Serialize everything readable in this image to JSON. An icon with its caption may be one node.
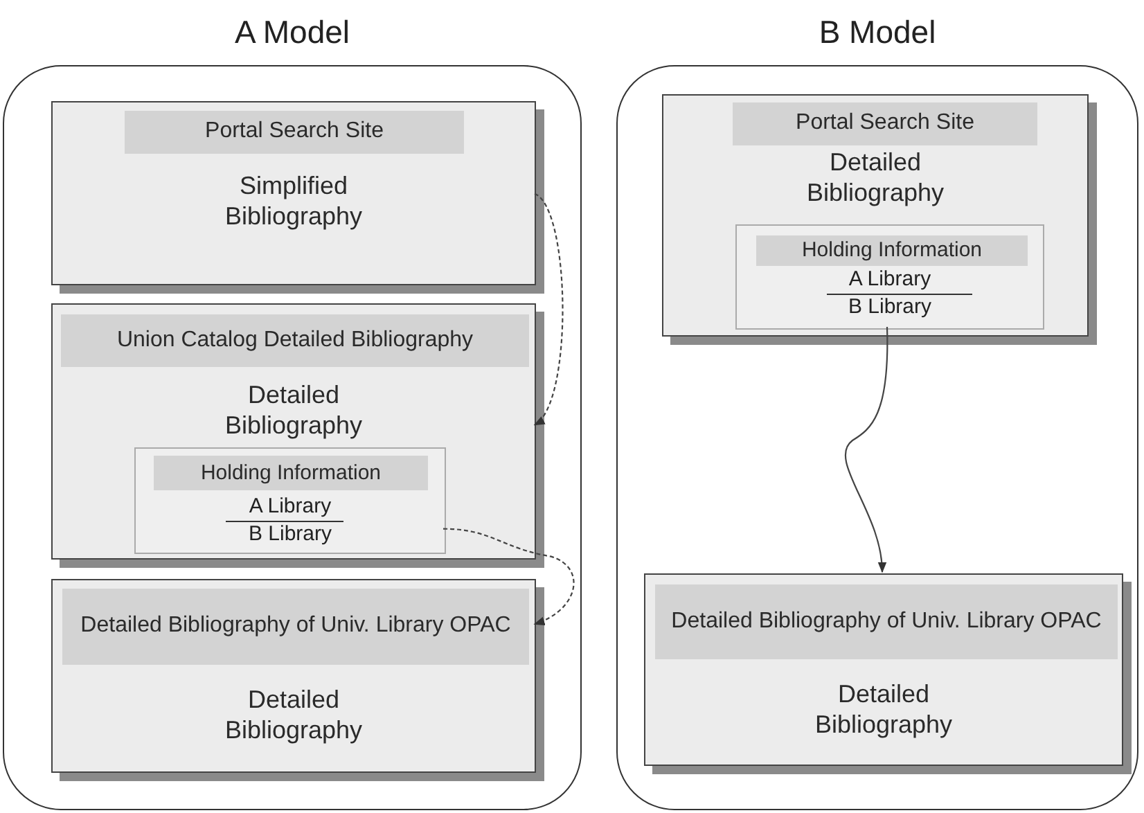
{
  "diagram": {
    "nodes": [
      {
        "text": [
          "A Model"
        ]
      },
      {
        "text": [
          "Portal Search Site",
          "Simplified Bibliography"
        ],
        "in": 0
      },
      {
        "text": [
          "Union Catalog Detailed Bibliography",
          "Detailed Bibliography"
        ],
        "in": 0
      },
      {
        "text": [
          "Holding Information",
          "A Library",
          "B Library"
        ],
        "in": 2
      },
      {
        "text": [
          "Detailed Bibliography of Univ. Library OPAC",
          "Detailed Bibliography"
        ],
        "in": 0
      },
      {
        "text": [
          "B Model"
        ]
      },
      {
        "text": [
          "Portal Search Site",
          "Detailed Bibliography"
        ],
        "in": 5
      },
      {
        "text": [
          "Holding Information",
          "A Library",
          "B Library"
        ],
        "in": 6
      },
      {
        "text": [
          "Detailed Bibliography of Univ. Library OPAC",
          "Detailed Bibliography"
        ],
        "in": 5
      }
    ],
    "edges": [
      {
        "from": 1,
        "to": 2,
        "arrow": "to",
        "style": "dashed"
      },
      {
        "from": 3,
        "to": 4,
        "arrow": "to",
        "style": "dashed"
      },
      {
        "from": 7,
        "to": 8,
        "arrow": "to"
      }
    ]
  }
}
